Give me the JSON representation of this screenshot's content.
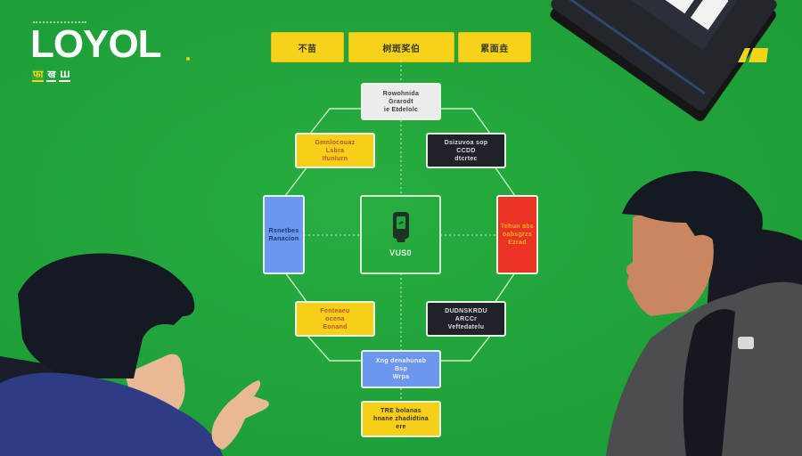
{
  "brand": {
    "logo_text": "LOYOL",
    "sub_labels": [
      "फा",
      "ख",
      "Ш"
    ]
  },
  "top_tabs": [
    {
      "label": "不苗"
    },
    {
      "label": "树斑奖伯"
    },
    {
      "label": "累面垚"
    }
  ],
  "diagram": {
    "top_node": {
      "lines": [
        "Rowohnida",
        "Grarodt",
        "ie Etdelolc"
      ]
    },
    "upper_left": {
      "lines": [
        "Gmnlocouaz",
        "Lsbra",
        "Ifunlurn"
      ]
    },
    "upper_right": {
      "lines": [
        "Dsizuvoa sop",
        "CCDD",
        "dtcrtec"
      ]
    },
    "left": {
      "lines": [
        "Rsnetbes",
        "Ranacion"
      ]
    },
    "center": {
      "icon": "headset-phone-icon",
      "label": "VUS0"
    },
    "right": {
      "lines": [
        "Tehun abs",
        "oabsgrzs",
        "Ezrad"
      ]
    },
    "lower_left": {
      "lines": [
        "Fenteaeu",
        "ocena",
        "Eonand"
      ]
    },
    "lower_right": {
      "lines": [
        "DUDNSKRDU",
        "ARCCr",
        "Veftedatelu"
      ]
    },
    "bottom_blue": {
      "lines": [
        "Xng denahunab",
        "Bsp",
        "Wrpa"
      ]
    },
    "bottom_yellow": {
      "lines": [
        "TRE bolanas",
        "hnane zhadidtina",
        "ere"
      ]
    }
  },
  "colors": {
    "background": "#22a63c",
    "yellow": "#f5cf18",
    "dark": "#1f2229",
    "blue": "#6b97ee",
    "red": "#ea3323",
    "white": "#ececec"
  }
}
